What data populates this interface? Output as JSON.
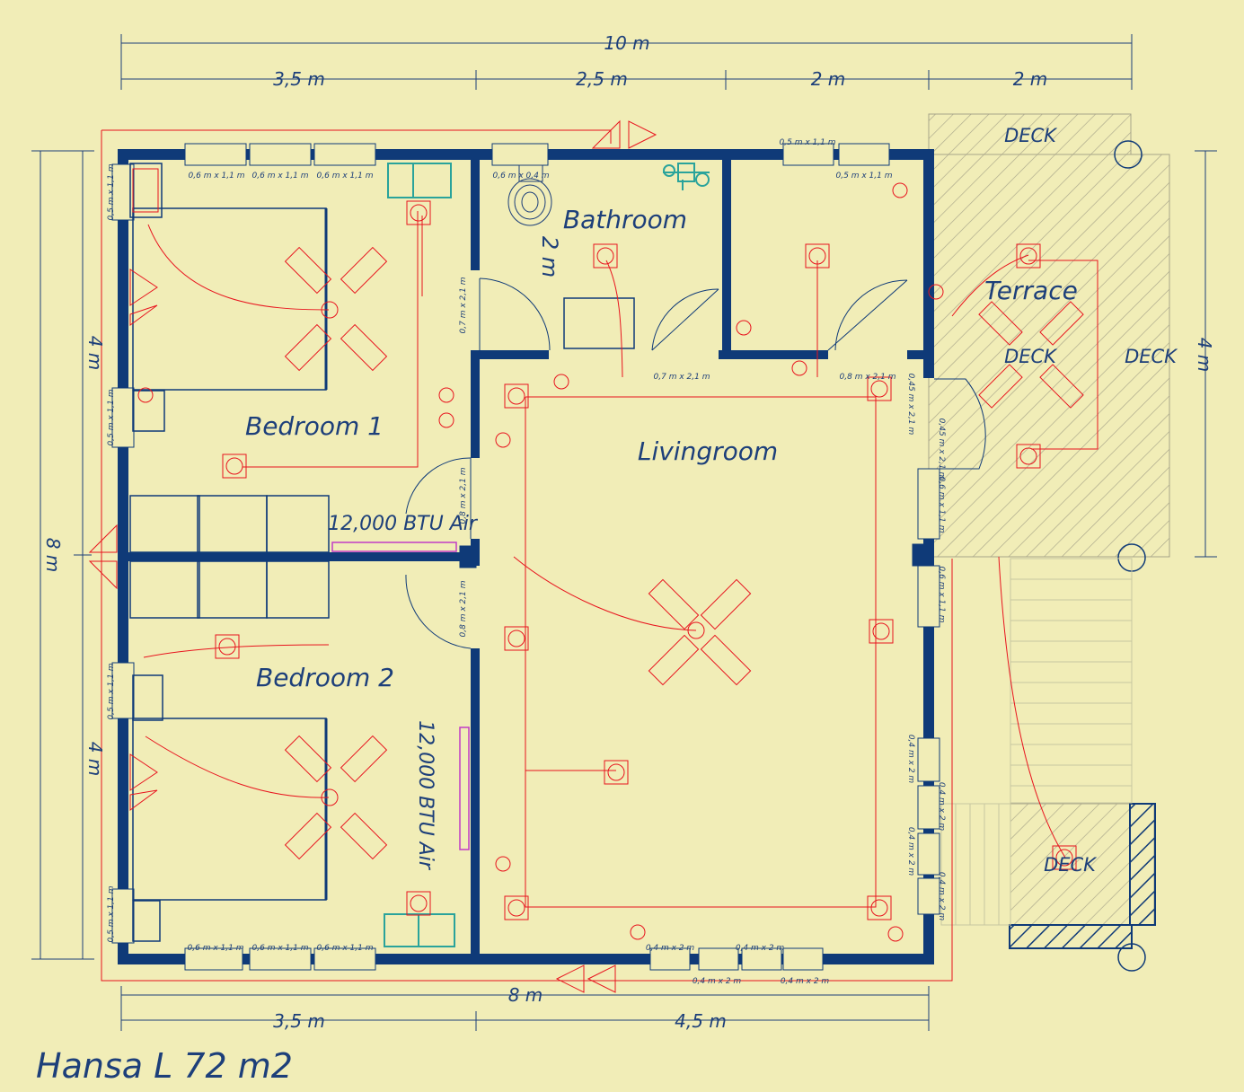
{
  "title": "Hansa L  72 m2",
  "dimensions": {
    "top_total": "10 m",
    "top_segments": [
      "3,5 m",
      "2,5 m",
      "2 m",
      "2 m"
    ],
    "bottom_total": "8 m",
    "bottom_segments": [
      "3,5 m",
      "4,5 m"
    ],
    "left_total": "8 m",
    "left_segments": [
      "4 m",
      "4 m"
    ],
    "right": "4 m",
    "bathroom_depth": "2 m"
  },
  "rooms": {
    "bathroom": "Bathroom",
    "bedroom1": "Bedroom 1",
    "bedroom2": "Bedroom 2",
    "livingroom": "Livingroom",
    "terrace": "Terrace"
  },
  "decks": [
    "DECK",
    "DECK",
    "DECK",
    "DECK"
  ],
  "air": [
    "12,000 BTU Air",
    "12,000 BTU Air"
  ],
  "window_labels": {
    "top": [
      "0,6 m x 1,1 m",
      "0,6 m x 1,1 m",
      "0,6 m x 1,1 m",
      "0,6 m x 0,4 m",
      "0,5 m x 1,1 m",
      "0,5 m x 1,1 m"
    ],
    "bottom": [
      "0,6 m x 1,1 m",
      "0,6 m x 1,1 m",
      "0,6 m x 1,1 m",
      "0,4 m x 2 m",
      "0,4 m x 2 m",
      "0,4 m x 2 m",
      "0,4 m x 2 m"
    ],
    "left": [
      "0,5 m x 1,1 m",
      "0,5 m x 1,1 m",
      "0,5 m x 1,1 m",
      "0,5 m x 1,1 m"
    ],
    "right": [
      "0,6 m x 1,1 m",
      "0,6 m x 1,1 m",
      "0,4 m x 2 m",
      "0,4 m x 2 m",
      "0,4 m x 2 m",
      "0,4 m x 2 m"
    ]
  },
  "door_labels": [
    "0,7 m x 2,1 m",
    "0,7 m x 2,1 m",
    "0,8 m x 2,1 m",
    "0,8 m x 2,1 m",
    "0,8 m x 2,1 m",
    "0,45 m x 2,1 m",
    "0,45 m x 2,1 m"
  ],
  "colors": {
    "background": "#f1edb7",
    "wall": "#0f3a78",
    "electric": "#e8141e",
    "dimension": "#1d3f7a",
    "fixture": "#2aa39b",
    "air_unit": "#c13cc5"
  }
}
